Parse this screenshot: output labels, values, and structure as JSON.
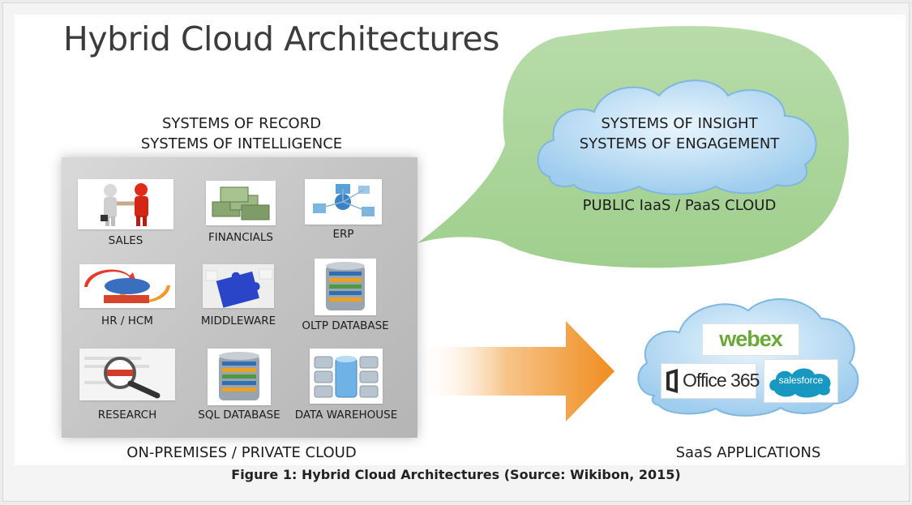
{
  "title": "Hybrid Cloud Architectures",
  "left_panel": {
    "heading_line1": "SYSTEMS OF RECORD",
    "heading_line2": "SYSTEMS OF INTELLIGENCE",
    "footer": "ON-PREMISES / PRIVATE CLOUD",
    "tiles": [
      {
        "label": "SALES",
        "icon": "handshake-icon"
      },
      {
        "label": "FINANCIALS",
        "icon": "money-stack-icon"
      },
      {
        "label": "ERP",
        "icon": "erp-network-icon"
      },
      {
        "label": "HR / HCM",
        "icon": "hr-arrows-icon"
      },
      {
        "label": "MIDDLEWARE",
        "icon": "puzzle-icon"
      },
      {
        "label": "OLTP DATABASE",
        "icon": "database-icon"
      },
      {
        "label": "RESEARCH",
        "icon": "magnifier-icon"
      },
      {
        "label": "SQL DATABASE",
        "icon": "database-icon"
      },
      {
        "label": "DATA WAREHOUSE",
        "icon": "warehouse-icon"
      }
    ]
  },
  "public_cloud": {
    "line1": "SYSTEMS OF INSIGHT",
    "line2": "SYSTEMS OF ENGAGEMENT",
    "label": "PUBLIC IaaS / PaaS CLOUD"
  },
  "saas": {
    "label": "SaaS APPLICATIONS",
    "logo_webex": "webex",
    "logo_office": "Office 365",
    "logo_salesforce": "salesforce"
  },
  "caption": "Figure 1: Hybrid Cloud Architectures (Source: Wikibon, 2015)",
  "colors": {
    "speech_bubble": "#a9d49a",
    "cloud_blue": "#bfe0f6",
    "arrow_orange": "#f29a2e",
    "gray_box": "#c4c4c4"
  }
}
